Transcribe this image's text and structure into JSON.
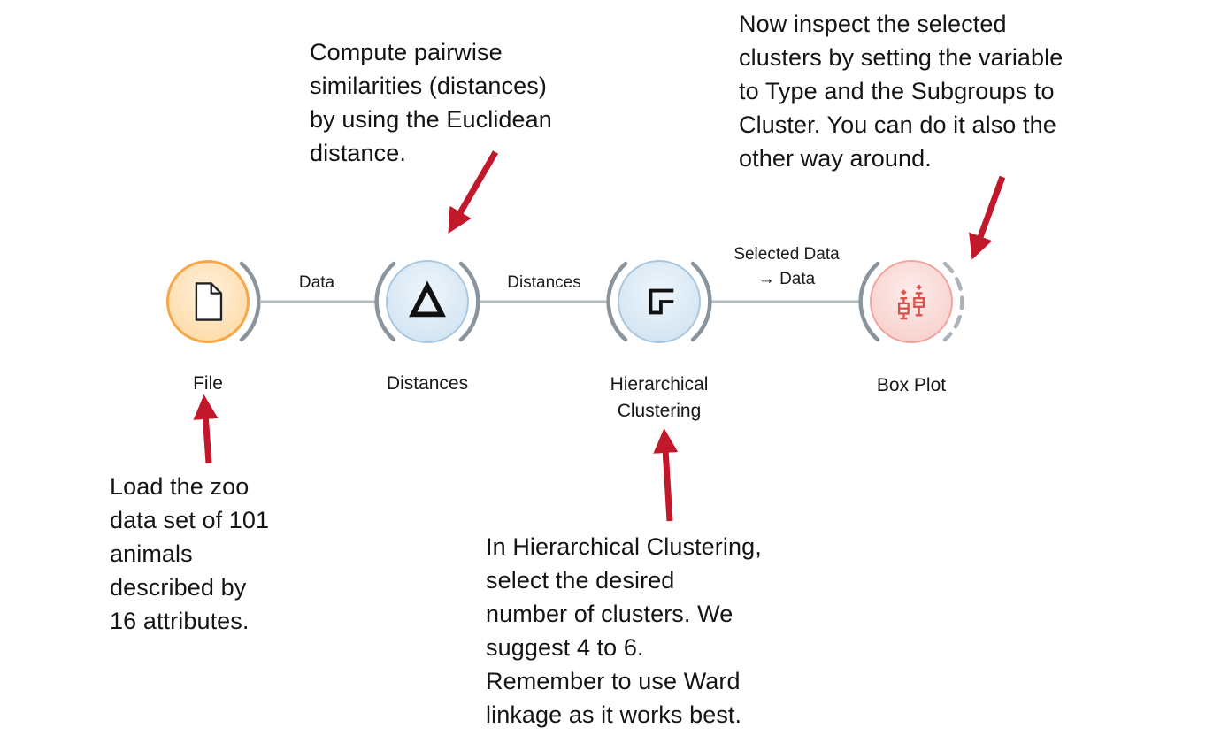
{
  "colors": {
    "canvas_bg": "#ffffff",
    "text": "#141414",
    "arrow": "#c2182b",
    "link_line": "#b3bcc2",
    "ear": "#8a949c",
    "ear_dashed": "#aab3b9",
    "file_fill": "#ffddad",
    "file_border": "#f7a648",
    "blue_fill": "#d5e6f3",
    "blue_border": "#a9c7de",
    "boxplot_fill": "#f8d3cf",
    "boxplot_border": "#efa49e",
    "boxplot_icon": "#d94f4a"
  },
  "widgets": [
    {
      "id": "file",
      "label": "File"
    },
    {
      "id": "distances",
      "label": "Distances"
    },
    {
      "id": "hierarchical-clustering",
      "label": "Hierarchical\nClustering"
    },
    {
      "id": "box-plot",
      "label": "Box Plot"
    }
  ],
  "links": [
    {
      "from": "File",
      "to": "Distances",
      "label": "Data"
    },
    {
      "from": "Distances",
      "to": "Hierarchical Clustering",
      "label": "Distances"
    },
    {
      "from": "Hierarchical Clustering",
      "to": "Box Plot",
      "label": "Selected Data\n→ Data"
    }
  ],
  "annotations": {
    "distances_note": "Compute pairwise\nsimilarities (distances)\nby using the Euclidean\ndistance.",
    "boxplot_note": "Now inspect the selected\nclusters by setting the variable\nto Type and the Subgroups to\nCluster. You can do it also the\nother way around.",
    "file_note": "Load the zoo\ndata set of 101\nanimals\ndescribed by\n16 attributes.",
    "clustering_note": "In Hierarchical Clustering,\nselect the desired\nnumber of clusters. We\nsuggest 4 to 6.\nRemember to use Ward\nlinkage as it works best."
  }
}
